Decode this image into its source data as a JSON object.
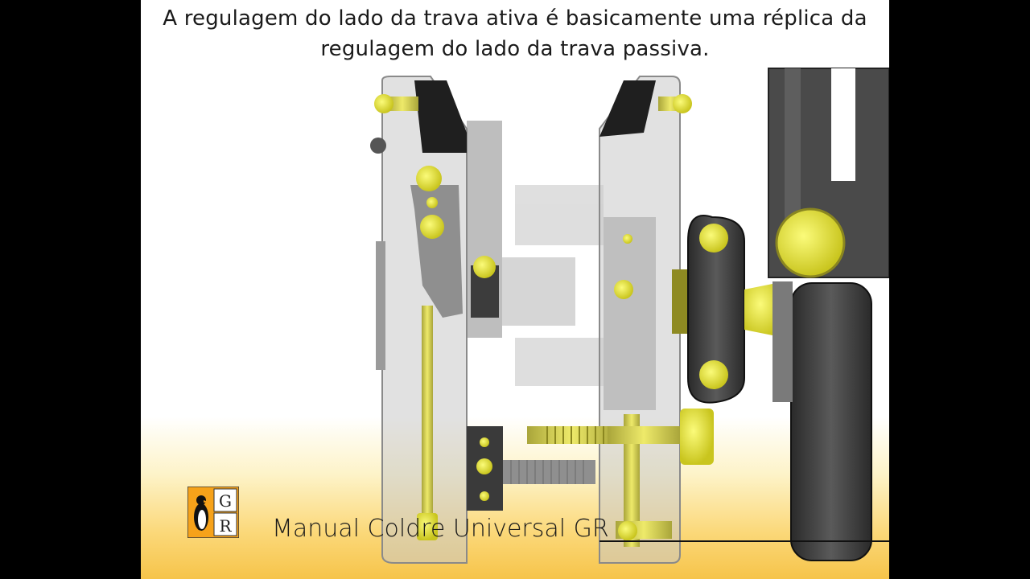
{
  "caption": {
    "line1": "A regulagem do lado da trava ativa é basicamente uma réplica da",
    "line2": "regulagem do lado da trava passiva."
  },
  "footer": {
    "title": "Manual Coldre Universal GR"
  },
  "logo": {
    "letter_top": "G",
    "letter_bottom": "R",
    "icon": "penguin-icon",
    "color": "#f6a21a"
  },
  "colors": {
    "slide_background": "#ffffff",
    "footer_gradient": "#f6c44a",
    "part_yellow": "#e6e23a",
    "metal_gray": "#9a9a9a",
    "dark_gray": "#3a3a3a"
  }
}
